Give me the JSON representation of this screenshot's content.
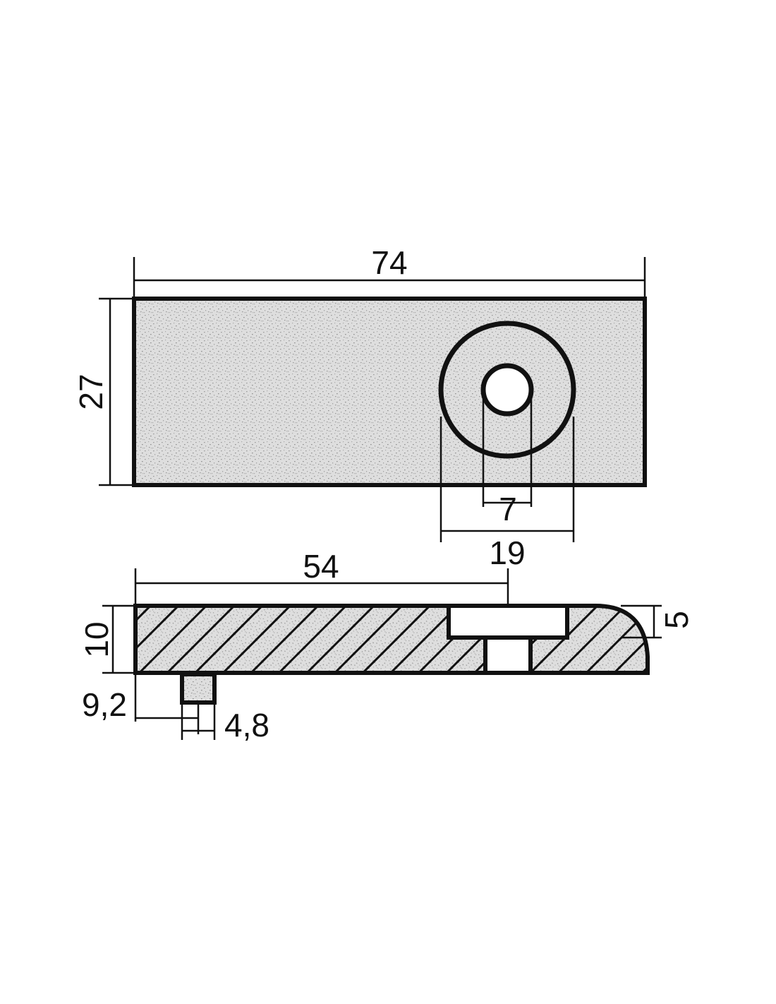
{
  "dimensions": {
    "top_length": "74",
    "top_width": "27",
    "hole_inner": "7",
    "hole_outer": "19",
    "side_hole_pos": "54",
    "side_height": "10",
    "side_step": "5",
    "stud_pos": "9,2",
    "stud_width": "4,8"
  },
  "colors": {
    "line": "#111111",
    "speckle_fill": "#d9d9d9",
    "background": "#ffffff"
  }
}
